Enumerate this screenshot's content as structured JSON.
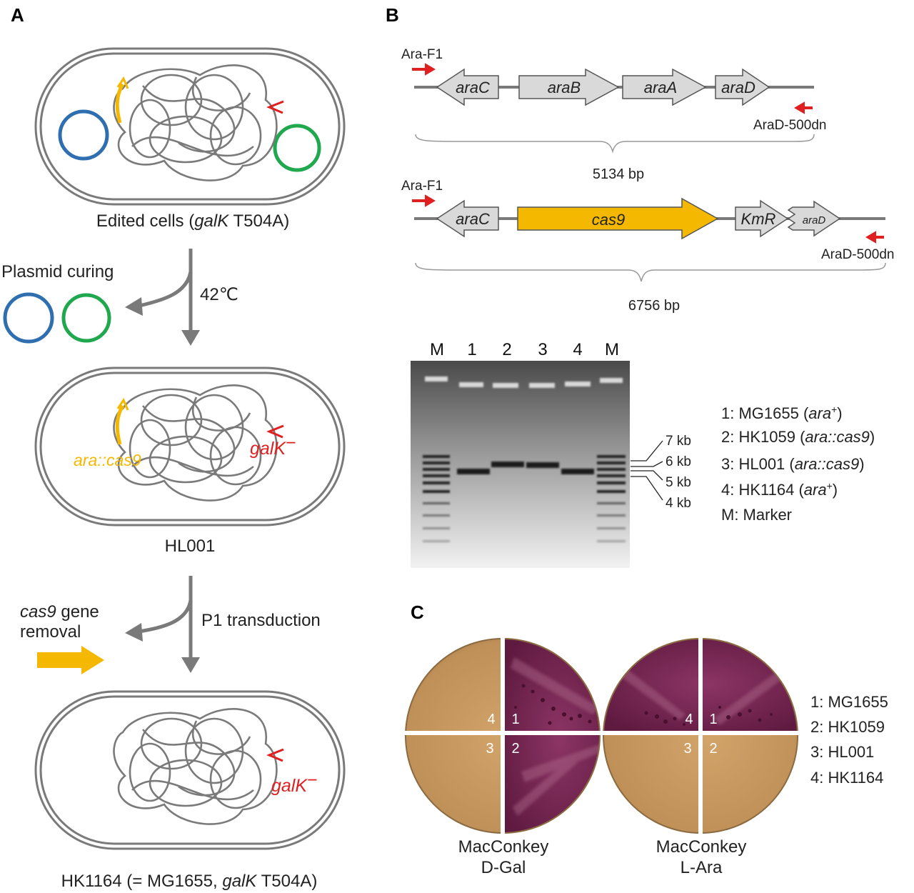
{
  "panels": {
    "a": "A",
    "b": "B",
    "c": "C"
  },
  "panelA": {
    "edited_prefix": "Edited cells (",
    "edited_gene": "galK",
    "edited_suffix": " T504A)",
    "plasmid_curing": "Plasmid curing",
    "temp": "42℃",
    "ara_cas9": "ara::cas9",
    "galk_minus": "galK",
    "minus": "−",
    "hl001": "HL001",
    "cas9_word": "cas9",
    "gene_word": " gene",
    "removal": "removal",
    "p1": "P1 transduction",
    "final_prefix": "HK1164 (= MG1655, ",
    "final_gene": "galK",
    "final_suffix": " T504A)"
  },
  "panelB": {
    "primer_f": "Ara-F1",
    "primer_r": "AraD-500dn",
    "map1_genes": [
      "araC",
      "araB",
      "araA",
      "araD"
    ],
    "map1_size": "5134 bp",
    "map2_genes": [
      "araC",
      "cas9",
      "KmR",
      "araD"
    ],
    "map2_size": "6756 bp",
    "gel_lanes": [
      "M",
      "1",
      "2",
      "3",
      "4",
      "M"
    ],
    "marker_sizes": [
      "7 kb",
      "6 kb",
      "5 kb",
      "4 kb"
    ],
    "legend": [
      {
        "id": "1: MG1655",
        "geno": "ara",
        "sup": "+",
        "close": ")"
      },
      {
        "id": "2: HK1059",
        "geno": "ara::cas9",
        "sup": "",
        "close": ")"
      },
      {
        "id": "3: HL001",
        "geno": "ara::cas9",
        "sup": "",
        "close": ")"
      },
      {
        "id": "4: HK1164",
        "geno": "ara",
        "sup": "+",
        "close": ")"
      }
    ],
    "legend_marker": "M: Marker"
  },
  "panelC": {
    "plates": [
      {
        "line1": "MacConkey",
        "line2": "D-Gal",
        "pink_quadrants": [
          "1",
          "2"
        ]
      },
      {
        "line1": "MacConkey",
        "line2": "L-Ara",
        "pink_quadrants": [
          "4",
          "1"
        ]
      }
    ],
    "quadrant_labels": [
      "4",
      "1",
      "3",
      "2"
    ],
    "legend": [
      "1: MG1655",
      "2: HK1059",
      "3: HL001",
      "4: HK1164"
    ]
  },
  "colors": {
    "blue_plasmid": "#2f6fb0",
    "green_plasmid": "#1fa84d",
    "cas9_yellow": "#f5b800",
    "red_marker": "#e02020",
    "outline_gray": "#7a7a7a",
    "gene_gray": "#d9d9d9",
    "agar_tan": "#c99a5e",
    "colony_pink": "#7b2452"
  }
}
